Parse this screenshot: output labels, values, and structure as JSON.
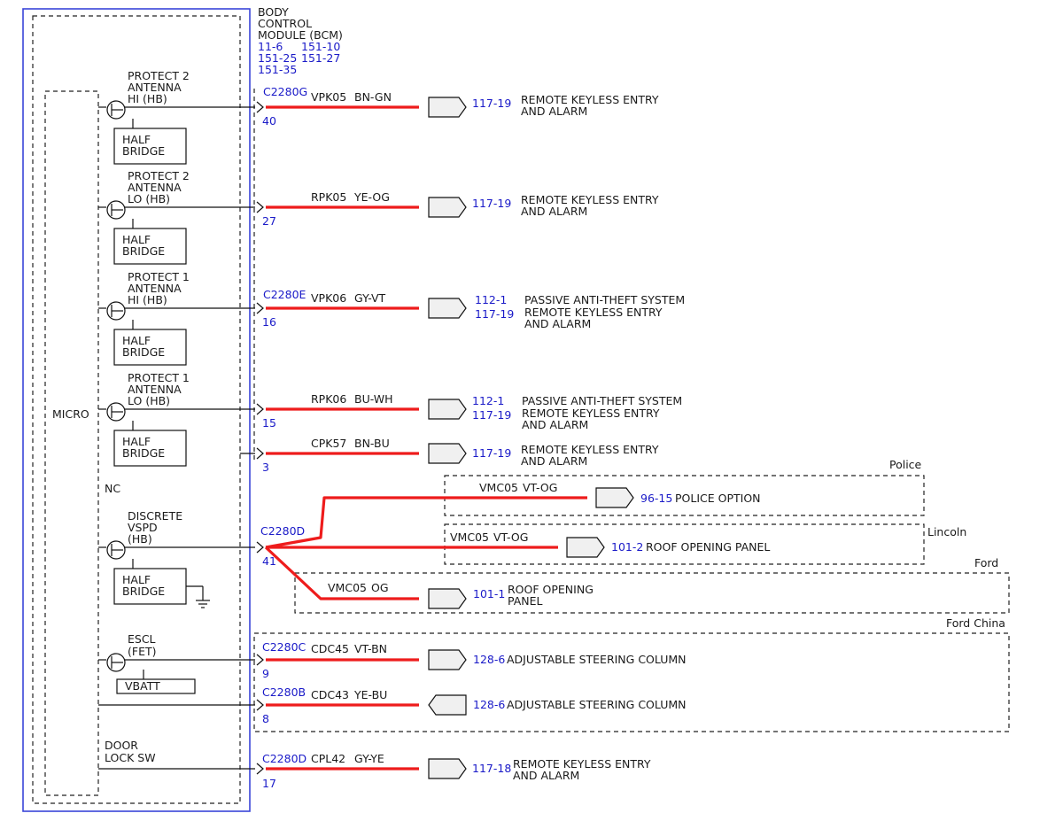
{
  "module": {
    "title": [
      "BODY",
      "CONTROL",
      "MODULE (BCM)"
    ],
    "refs": [
      "11-6",
      "151-10",
      "151-25",
      "151-27",
      "151-35"
    ],
    "micro_label": "MICRO",
    "nc_label": "NC",
    "half_bridge": [
      "HALF",
      "BRIDGE"
    ],
    "vbatt": "VBATT"
  },
  "circuits": [
    {
      "label": [
        "PROTECT 2",
        "ANTENNA",
        "HI (HB)"
      ],
      "connector": "C2280G",
      "pin": "40",
      "wire": "VPK05",
      "color": "BN-GN",
      "refs": [
        "117-19"
      ],
      "dest": [
        "REMOTE KEYLESS ENTRY",
        "AND ALARM"
      ]
    },
    {
      "label": [
        "PROTECT 2",
        "ANTENNA",
        "LO (HB)"
      ],
      "connector": "",
      "pin": "27",
      "wire": "RPK05",
      "color": "YE-OG",
      "refs": [
        "117-19"
      ],
      "dest": [
        "REMOTE KEYLESS ENTRY",
        "AND ALARM"
      ]
    },
    {
      "label": [
        "PROTECT 1",
        "ANTENNA",
        "HI (HB)"
      ],
      "connector": "C2280E",
      "pin": "16",
      "wire": "VPK06",
      "color": "GY-VT",
      "refs": [
        "112-1",
        "117-19"
      ],
      "dest": [
        "PASSIVE ANTI-THEFT SYSTEM",
        "REMOTE KEYLESS ENTRY",
        "AND ALARM"
      ]
    },
    {
      "label": [
        "PROTECT 1",
        "ANTENNA",
        "LO (HB)"
      ],
      "connector": "",
      "pin": "15",
      "wire": "RPK06",
      "color": "BU-WH",
      "refs": [
        "112-1",
        "117-19"
      ],
      "dest": [
        "PASSIVE ANTI-THEFT SYSTEM",
        "REMOTE KEYLESS ENTRY",
        "AND ALARM"
      ]
    },
    {
      "label": [],
      "connector": "",
      "pin": "3",
      "wire": "CPK57",
      "color": "BN-BU",
      "refs": [
        "117-19"
      ],
      "dest": [
        "REMOTE KEYLESS ENTRY",
        "AND ALARM"
      ]
    }
  ],
  "vspd": {
    "label": [
      "DISCRETE",
      "VSPD",
      "(HB)"
    ],
    "connector": "C2280D",
    "pin": "41",
    "branches": [
      {
        "region": "Police",
        "wire": "VMC05",
        "color": "VT-OG",
        "ref": "96-15",
        "dest": [
          "POLICE OPTION"
        ]
      },
      {
        "region": "Lincoln",
        "wire": "VMC05",
        "color": "VT-OG",
        "ref": "101-2",
        "dest": [
          "ROOF OPENING PANEL"
        ]
      },
      {
        "region": "Ford",
        "wire": "VMC05",
        "color": "OG",
        "ref": "101-1",
        "dest": [
          "ROOF OPENING",
          "PANEL"
        ]
      }
    ]
  },
  "steering": {
    "region": "Ford China",
    "escl_label": [
      "ESCL",
      "(FET)"
    ],
    "circuits": [
      {
        "connector": "C2280C",
        "pin": "9",
        "wire": "CDC45",
        "color": "VT-BN",
        "ref": "128-6",
        "dest": "ADJUSTABLE STEERING COLUMN"
      },
      {
        "connector": "C2280B",
        "pin": "8",
        "wire": "CDC43",
        "color": "YE-BU",
        "ref": "128-6",
        "dest": "ADJUSTABLE STEERING COLUMN"
      }
    ]
  },
  "door_lock": {
    "label": [
      "DOOR",
      "LOCK SW"
    ],
    "connector": "C2280D",
    "pin": "17",
    "wire": "CPL42",
    "color": "GY-YE",
    "ref": "117-18",
    "dest": [
      "REMOTE KEYLESS ENTRY",
      "AND ALARM"
    ]
  }
}
